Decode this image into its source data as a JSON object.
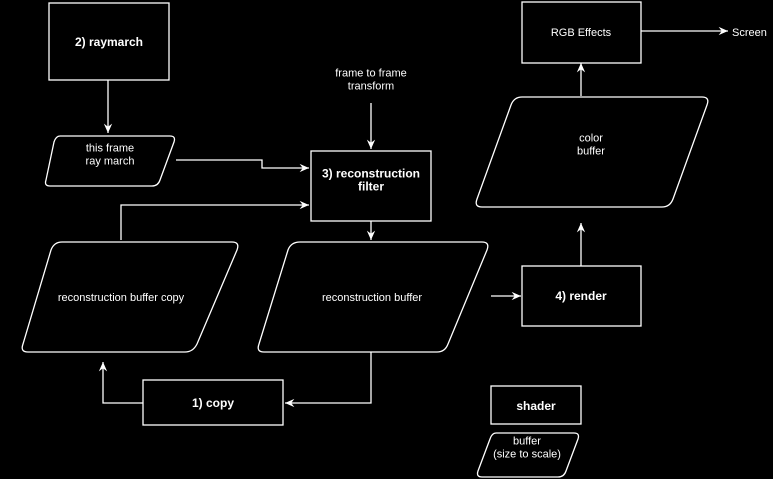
{
  "nodes": {
    "raymarch": {
      "lines": [
        "2) raymarch"
      ]
    },
    "this_frame": {
      "lines": [
        "this frame",
        "ray march"
      ]
    },
    "frame_transform": {
      "lines": [
        "frame to frame",
        "transform"
      ]
    },
    "reconstruction_filter": {
      "lines": [
        "3) reconstruction",
        "filter"
      ]
    },
    "recon_copy": {
      "lines": [
        "reconstruction buffer copy"
      ]
    },
    "recon_buffer": {
      "lines": [
        "reconstruction buffer"
      ]
    },
    "copy": {
      "lines": [
        "1) copy"
      ]
    },
    "color_buffer": {
      "lines": [
        "color",
        "buffer"
      ]
    },
    "rgb_effects": {
      "lines": [
        "RGB Effects"
      ]
    },
    "screen": {
      "lines": [
        "Screen"
      ]
    },
    "render": {
      "lines": [
        "4) render"
      ]
    },
    "legend_shader": {
      "lines": [
        "shader"
      ]
    },
    "legend_buffer": {
      "lines": [
        "buffer",
        "(size to scale)"
      ]
    }
  }
}
